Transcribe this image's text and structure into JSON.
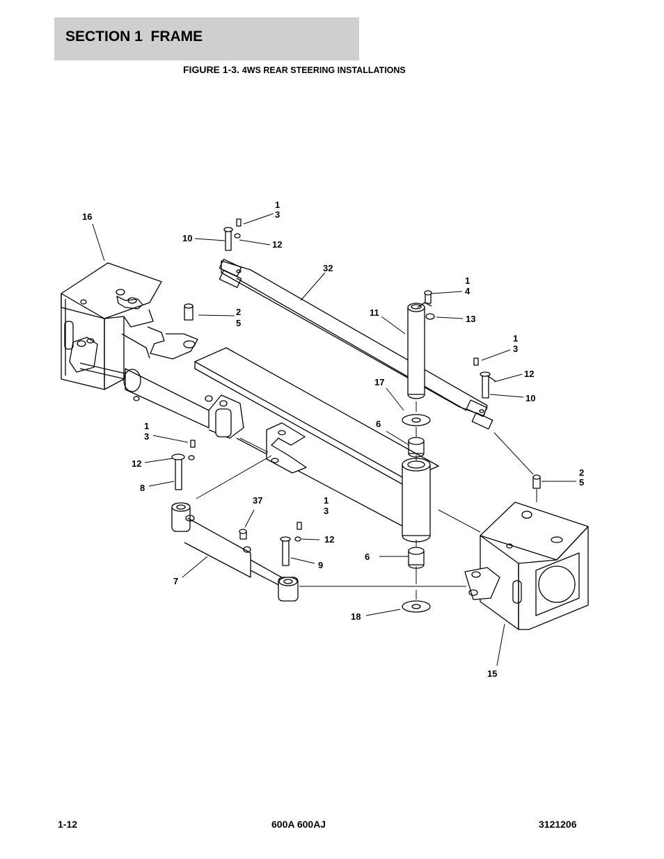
{
  "header": {
    "section": "SECTION 1  FRAME"
  },
  "figure": {
    "number": "FIGURE 1-3.",
    "title": "4WS REAR STEERING INSTALLATIONS"
  },
  "callouts": {
    "c16": "16",
    "c13a_1": "1",
    "c13a_2": "3",
    "c10a": "10",
    "c12a": "12",
    "c32": "32",
    "c14_1": "1",
    "c14_2": "4",
    "c11": "11",
    "c13b": "13",
    "c25a_1": "2",
    "c25a_2": "5",
    "c13c_1": "1",
    "c13c_2": "3",
    "c12b": "12",
    "c10b": "10",
    "c17": "17",
    "c6a": "6",
    "c13d_1": "1",
    "c13d_2": "3",
    "c12c": "12",
    "c8": "8",
    "c25b_1": "2",
    "c25b_2": "5",
    "c37": "37",
    "c13e_1": "1",
    "c13e_2": "3",
    "c12d": "12",
    "c9": "9",
    "c6b": "6",
    "c7": "7",
    "c18": "18",
    "c15": "15"
  },
  "footer": {
    "page": "1-12",
    "model": "600A 600AJ",
    "doc": "3121206"
  }
}
